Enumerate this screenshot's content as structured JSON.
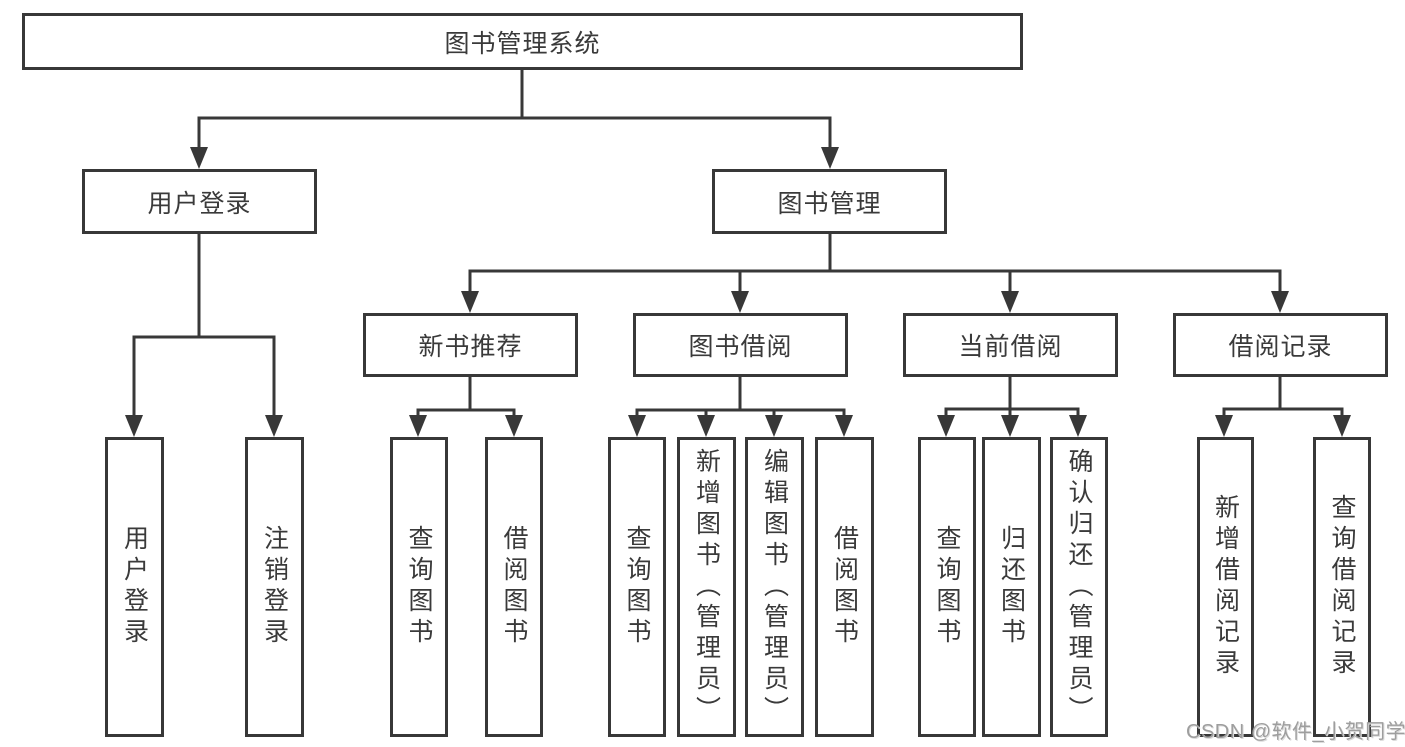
{
  "tree": {
    "label": "图书管理系统",
    "children": [
      {
        "label": "用户登录",
        "children": [
          {
            "label": "用户登录"
          },
          {
            "label": "注销登录"
          }
        ]
      },
      {
        "label": "图书管理",
        "children": [
          {
            "label": "新书推荐",
            "children": [
              {
                "label": "查询图书"
              },
              {
                "label": "借阅图书"
              }
            ]
          },
          {
            "label": "图书借阅",
            "children": [
              {
                "label": "查询图书"
              },
              {
                "label": "新增图书（管理员）"
              },
              {
                "label": "编辑图书（管理员）"
              },
              {
                "label": "借阅图书"
              }
            ]
          },
          {
            "label": "当前借阅",
            "children": [
              {
                "label": "查询图书"
              },
              {
                "label": "归还图书"
              },
              {
                "label": "确认归还（管理员）"
              }
            ]
          },
          {
            "label": "借阅记录",
            "children": [
              {
                "label": "新增借阅记录"
              },
              {
                "label": "查询借阅记录"
              }
            ]
          }
        ]
      }
    ]
  },
  "watermark": {
    "text": "CSDN @软件_小贺同学"
  },
  "colors": {
    "line": "#383838",
    "text": "#3a3a3a",
    "box_background": "#ffffff",
    "page_background": "#ffffff",
    "watermark": "#9e9e9e"
  }
}
